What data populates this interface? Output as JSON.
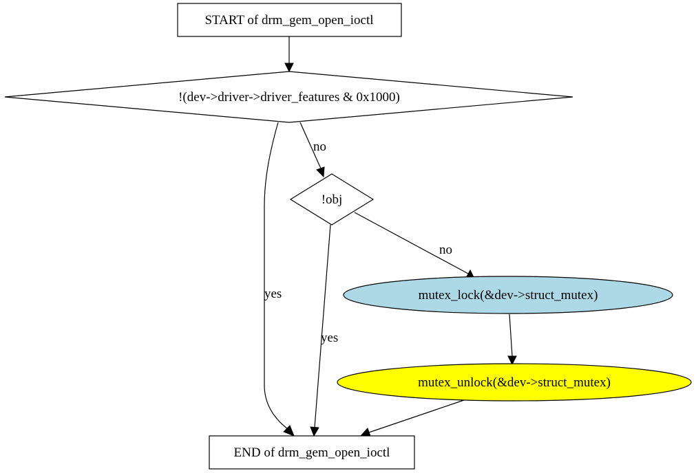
{
  "nodes": {
    "start": {
      "label": "START of drm_gem_open_ioctl",
      "shape": "box",
      "fill": "#ffffff"
    },
    "decision_features": {
      "label": "!(dev->driver->driver_features & 0x1000)",
      "shape": "diamond",
      "fill": "#ffffff"
    },
    "decision_obj": {
      "label": "!obj",
      "shape": "diamond",
      "fill": "#ffffff"
    },
    "mutex_lock": {
      "label": "mutex_lock(&dev->struct_mutex)",
      "shape": "ellipse",
      "fill": "#add8e6"
    },
    "mutex_unlock": {
      "label": "mutex_unlock(&dev->struct_mutex)",
      "shape": "ellipse",
      "fill": "#ffff00"
    },
    "end": {
      "label": "END of drm_gem_open_ioctl",
      "shape": "box",
      "fill": "#ffffff"
    }
  },
  "edges": {
    "features_no": {
      "from": "decision_features",
      "to": "decision_obj",
      "label": "no"
    },
    "features_yes": {
      "from": "decision_features",
      "to": "end",
      "label": "yes"
    },
    "obj_yes": {
      "from": "decision_obj",
      "to": "end",
      "label": "yes"
    },
    "obj_no": {
      "from": "decision_obj",
      "to": "mutex_lock",
      "label": "no"
    },
    "start_to_features": {
      "from": "start",
      "to": "decision_features",
      "label": ""
    },
    "lock_to_unlock": {
      "from": "mutex_lock",
      "to": "mutex_unlock",
      "label": ""
    },
    "unlock_to_end": {
      "from": "mutex_unlock",
      "to": "end",
      "label": ""
    }
  }
}
